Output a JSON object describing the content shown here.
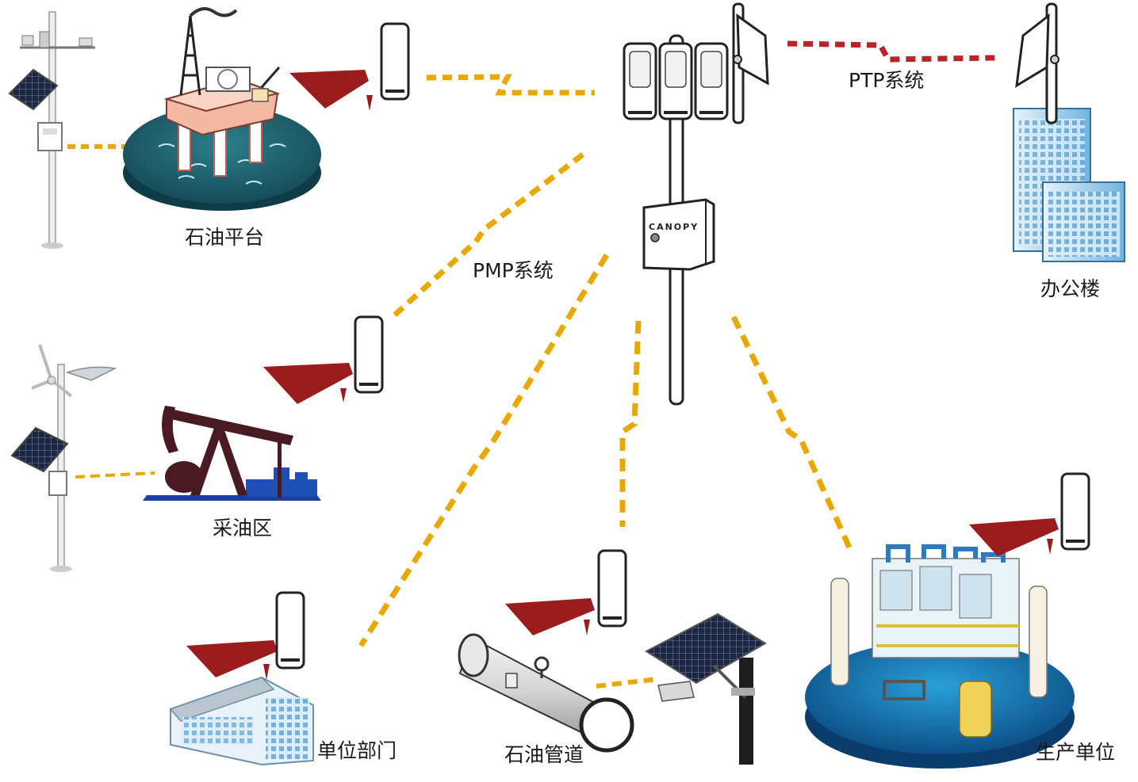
{
  "labels": {
    "oil_platform": "石油平台",
    "pmp_system": "PMP系统",
    "ptp_system": "PTP系统",
    "office_building": "办公楼",
    "oil_extraction_area": "采油区",
    "unit_department": "单位部门",
    "oil_pipeline": "石油管道",
    "production_unit": "生产单位"
  },
  "base_station": {
    "brand_text": "CANOPY"
  },
  "colors": {
    "link_yellow": "#E8A800",
    "link_red": "#B8242A",
    "antenna_red": "#9B1C1C",
    "water_teal": "#1E5F6E",
    "water_blue": "#1F6FA8",
    "building_blue": "#6FB4E0",
    "pump_dark": "#4A1A22",
    "solar_panel": "#1F2A44"
  }
}
